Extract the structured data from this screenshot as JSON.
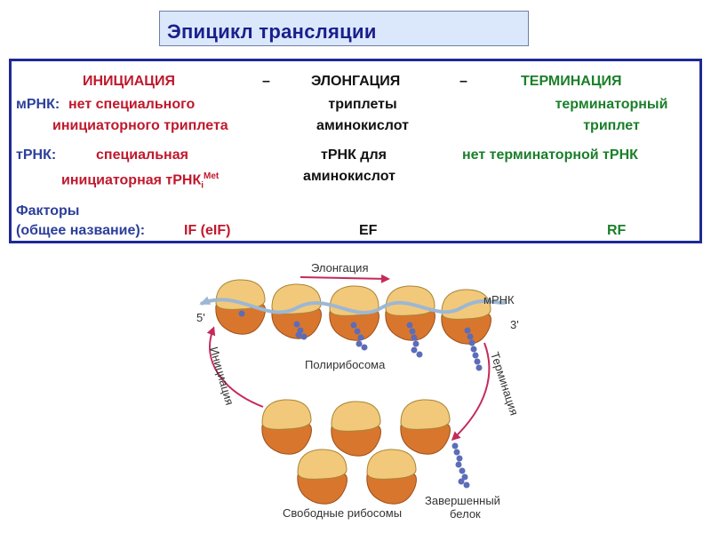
{
  "title": "Эпицикл трансляции",
  "header": {
    "initiation": "ИНИЦИАЦИЯ",
    "dash1": "–",
    "elongation": "ЭЛОНГАЦИЯ",
    "dash2": "–",
    "termination": "ТЕРМИНАЦИЯ"
  },
  "mrna_row": {
    "label": "мРНК:",
    "init_line1": "нет специального",
    "init_line2": "инициаторного триплета",
    "elong_line1": "триплеты",
    "elong_line2": "аминокислот",
    "term_line1": "терминаторный",
    "term_line2": "триплет"
  },
  "trna_row": {
    "label": "тРНК:",
    "init_line1": "специальная",
    "init_line2_main": "инициаторная тРНК",
    "init_sub": "i",
    "init_sup": "Met",
    "elong_line1": "тРНК для",
    "elong_line2": "аминокислот",
    "term_line1": "нет терминаторной тРНК"
  },
  "factors_row": {
    "label_line1": "Факторы",
    "label_line2": "(общее название):",
    "init": "IF (eIF)",
    "elong": "EF",
    "term": "RF"
  },
  "diagram": {
    "elongation_label": "Элонгация",
    "mrna_label": "мРНК",
    "five_prime": "5'",
    "three_prime": "3'",
    "polyribosome_label": "Полирибосома",
    "initiation_label": "Инициация",
    "termination_label": "Терминация",
    "free_ribosomes_label": "Свободные рибосомы",
    "finished_protein_line1": "Завершенный",
    "finished_protein_line2": "белок"
  },
  "colors": {
    "title_text": "#1a1f8c",
    "title_bg": "#dbe8fb",
    "frame": "#1e2a96",
    "initiation_text": "#c0182c",
    "termination_text": "#1a7f2a",
    "factors_text": "#2c3f9a",
    "large_subunit": "#d9762e",
    "small_subunit": "#f2c97a",
    "peptide_beads": "#5c6cb8",
    "arrows": "#c42a5a",
    "mrna_strand": "#9db7d4"
  }
}
